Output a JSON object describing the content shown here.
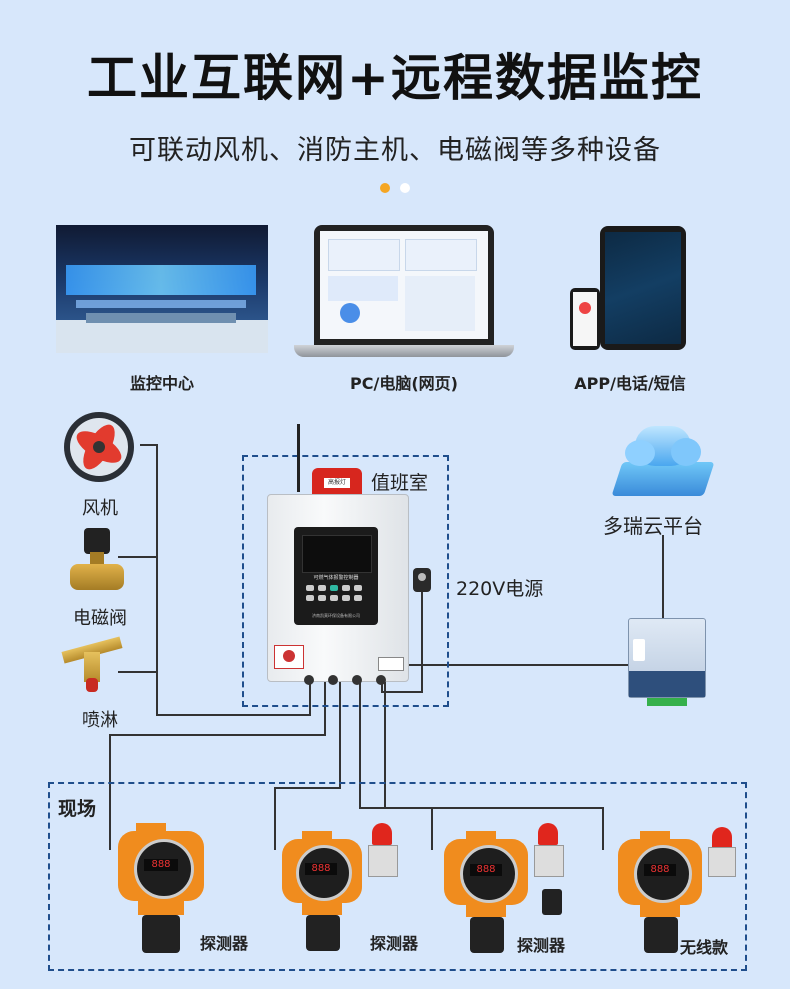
{
  "header": {
    "title": "工业互联网+远程数据监控",
    "subtitle": "可联动风机、消防主机、电磁阀等多种设备"
  },
  "monitors": [
    {
      "label": "监控中心"
    },
    {
      "label": "PC/电脑(网页)"
    },
    {
      "label": "APP/电话/短信"
    }
  ],
  "devices": {
    "fan": "风机",
    "valve": "电磁阀",
    "sprinkler": "喷淋"
  },
  "controller": {
    "room_label": "值班室",
    "panel_title": "可燃气体报警控制器",
    "panel_footer": "济南凯莫环保设备有限公司",
    "sticker": "高报灯"
  },
  "power": {
    "label": "220V电源"
  },
  "cloud": {
    "label": "多瑞云平台"
  },
  "field": {
    "label": "现场",
    "detectors": [
      {
        "label": "探测器",
        "reading": "888"
      },
      {
        "label": "探测器",
        "reading": "888"
      },
      {
        "label": "探测器",
        "reading": "888"
      },
      {
        "label": "无线款",
        "reading": "888"
      }
    ]
  },
  "colors": {
    "accent": "#f5a623",
    "line": "#333333",
    "dash": "#1f4e8c",
    "detector": "#f08c1e"
  }
}
